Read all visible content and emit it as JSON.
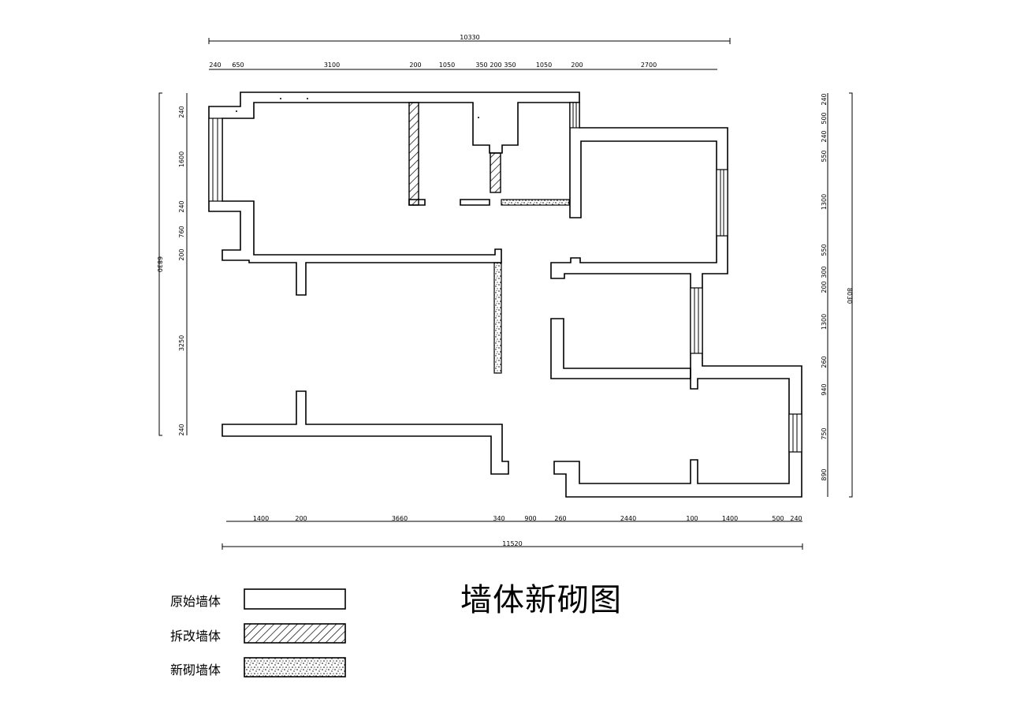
{
  "title": "墙体新砌图",
  "legend": [
    {
      "label": "原始墙体",
      "pattern": "blank"
    },
    {
      "label": "拆改墙体",
      "pattern": "hatch"
    },
    {
      "label": "新砌墙体",
      "pattern": "stipple"
    }
  ],
  "dimensions": {
    "top_total": "10330",
    "top_segments": [
      "240",
      "650",
      "3100",
      "200",
      "1050",
      "350",
      "200",
      "350",
      "1050",
      "200",
      "2700"
    ],
    "bottom_total": "11520",
    "bottom_segments": [
      "1400",
      "200",
      "3660",
      "340",
      "900",
      "260",
      "2440",
      "100",
      "1400",
      "500",
      "240"
    ],
    "left_total": "6830",
    "left_segments": [
      "240",
      "1600",
      "240",
      "760",
      "200",
      "3250",
      "240"
    ],
    "right_total": "8030",
    "right_segments": [
      "240",
      "500",
      "240",
      "550",
      "1300",
      "550",
      "300",
      "200",
      "1300",
      "260",
      "940",
      "750",
      "890"
    ]
  },
  "colors": {
    "line": "#000000",
    "background": "#ffffff"
  }
}
